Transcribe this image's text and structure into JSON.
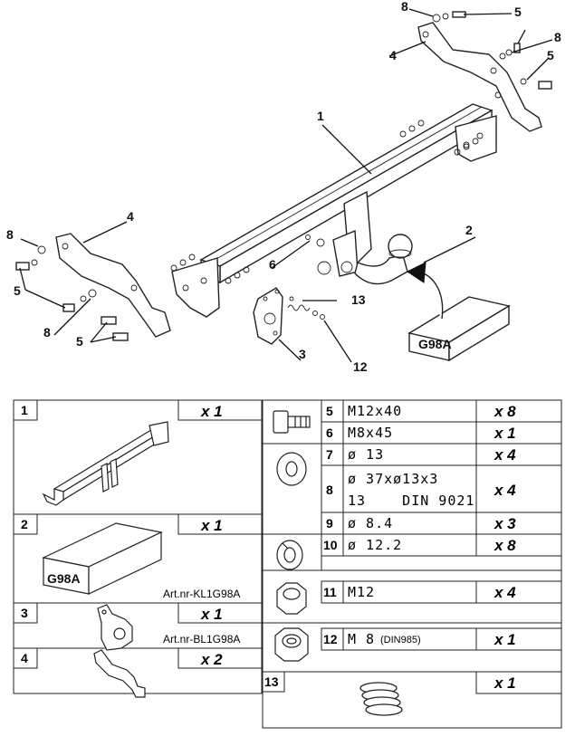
{
  "callouts": {
    "c1": "1",
    "c2": "2",
    "c3": "3",
    "c4a": "4",
    "c4b": "4",
    "c5a": "5",
    "c5b": "5",
    "c5c": "5",
    "c5d": "5",
    "c6": "6",
    "c8a": "8",
    "c8b": "8",
    "c8c": "8",
    "c8d": "8",
    "c12": "12",
    "c13": "13"
  },
  "box_label": "G98A",
  "table": {
    "left": [
      {
        "num": "1",
        "qty": "x 1"
      },
      {
        "num": "2",
        "qty": "x 1",
        "box_label": "G98A",
        "art": "Art.nr-KL1G98A"
      },
      {
        "num": "3",
        "qty": "x 1",
        "art": "Art.nr-BL1G98A"
      },
      {
        "num": "4",
        "qty": "x 2"
      }
    ],
    "right": [
      {
        "num": "5",
        "spec": "M12x40",
        "qty": "x 8"
      },
      {
        "num": "6",
        "spec": "M8x45",
        "qty": "x 1"
      },
      {
        "num": "7",
        "spec": "ø 13",
        "qty": "x 4"
      },
      {
        "num": "8",
        "spec": "ø 37xø13x3",
        "spec2": "13    DIN 9021",
        "qty": "x 4"
      },
      {
        "num": "9",
        "spec": "ø 8.4",
        "qty": "x 3"
      },
      {
        "num": "10",
        "spec": "ø 12.2",
        "qty": "x 8"
      },
      {
        "num": "11",
        "spec": "M12",
        "qty": "x 4"
      },
      {
        "num": "12",
        "spec": "M 8",
        "spec_note": "(DIN985)",
        "qty": "x 1"
      },
      {
        "num": "13",
        "qty": "x 1"
      }
    ]
  }
}
